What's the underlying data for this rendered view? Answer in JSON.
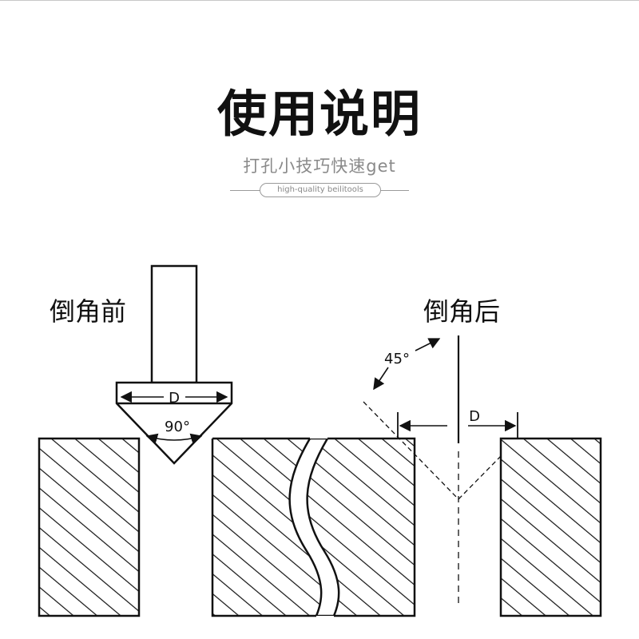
{
  "header": {
    "title": "使用说明",
    "subtitle": "打孔小技巧快速get",
    "tagline": "high-quality beilitools"
  },
  "diagram": {
    "before": {
      "label": "倒角前",
      "diameter_label": "D",
      "angle_label": "90°"
    },
    "after": {
      "label": "倒角后",
      "diameter_label": "D",
      "angle_label": "45°"
    }
  },
  "colors": {
    "ink": "#111111",
    "muted_text": "#8a8a8a",
    "rule": "#9a9a9a"
  }
}
